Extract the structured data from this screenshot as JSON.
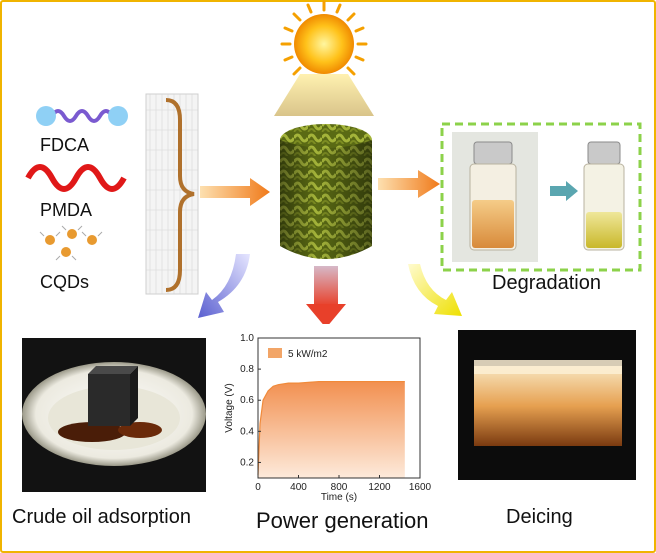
{
  "labels": {
    "fdca": "FDCA",
    "pmda": "PMDA",
    "cqds": "CQDs",
    "degradation": "Degradation",
    "crude_oil": "Crude oil adsorption",
    "power": "Power generation",
    "deicing": "Deicing"
  },
  "colors": {
    "frame": "#f0b400",
    "dashed_box": "#8cd24a",
    "arrow_orange": "#f07a1a",
    "arrow_purple": "#6b6fd6",
    "arrow_yellow": "#f2e600",
    "arrow_red": "#e8402a",
    "fill_orange": "#f2a567"
  },
  "chart_data": {
    "type": "area",
    "xlabel": "Time (s)",
    "ylabel": "Voltage (V)",
    "xlim": [
      0,
      1600
    ],
    "ylim": [
      0.1,
      1.0
    ],
    "xticks": [
      0,
      400,
      800,
      1200,
      1600
    ],
    "yticks": [
      0.2,
      0.4,
      0.6,
      0.8,
      1.0
    ],
    "legend": "5 kW/m2",
    "legend_position": "top-left",
    "series": [
      {
        "name": "5 kW/m2",
        "x": [
          0,
          20,
          50,
          100,
          150,
          200,
          300,
          400,
          600,
          800,
          1000,
          1200,
          1300,
          1450
        ],
        "y": [
          0.12,
          0.45,
          0.6,
          0.66,
          0.69,
          0.7,
          0.71,
          0.71,
          0.72,
          0.72,
          0.72,
          0.72,
          0.72,
          0.72
        ]
      }
    ]
  }
}
